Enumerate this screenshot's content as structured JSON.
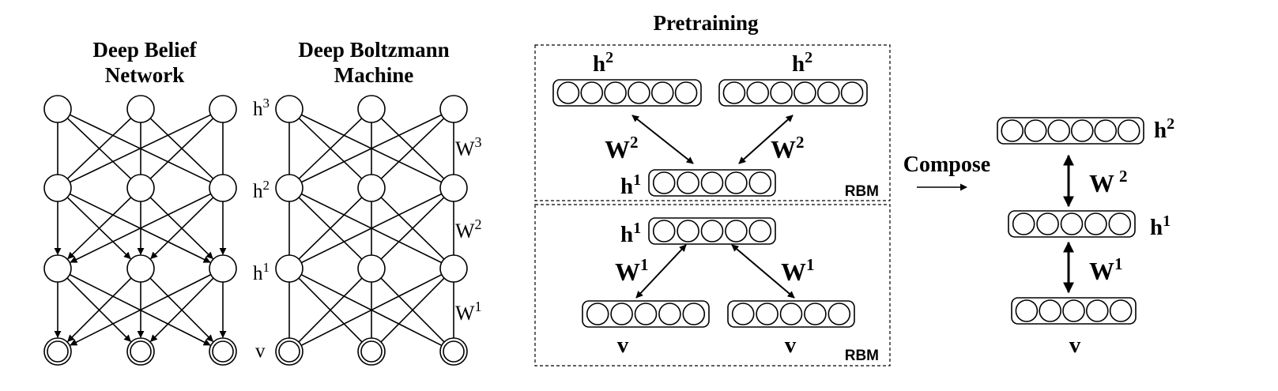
{
  "dbn": {
    "title_line1": "Deep Belief",
    "title_line2": "Network"
  },
  "dbm": {
    "title_line1": "Deep Boltzmann",
    "title_line2": "Machine",
    "layers": [
      {
        "base": "h",
        "sup": "3"
      },
      {
        "base": "h",
        "sup": "2"
      },
      {
        "base": "h",
        "sup": "1"
      },
      {
        "base": "v",
        "sup": ""
      }
    ],
    "weights": [
      {
        "base": "W",
        "sup": "3"
      },
      {
        "base": "W",
        "sup": "2"
      },
      {
        "base": "W",
        "sup": "1"
      }
    ]
  },
  "pretraining": {
    "title": "Pretraining",
    "rbm_label": "RBM",
    "top": {
      "left_h": {
        "base": "h",
        "sup": "2"
      },
      "right_h": {
        "base": "h",
        "sup": "2"
      },
      "bottom_h": {
        "base": "h",
        "sup": "1"
      },
      "w_left": {
        "base": "W",
        "sup": "2"
      },
      "w_right": {
        "base": "W",
        "sup": "2"
      }
    },
    "bottom": {
      "top_h": {
        "base": "h",
        "sup": "1"
      },
      "left_v": "v",
      "right_v": "v",
      "w_left": {
        "base": "W",
        "sup": "1"
      },
      "w_right": {
        "base": "W",
        "sup": "1"
      }
    }
  },
  "compose": {
    "label": "Compose",
    "h2": {
      "base": "h",
      "sup": "2"
    },
    "h1": {
      "base": "h",
      "sup": "1"
    },
    "v": "v",
    "w2": {
      "base": "W",
      "sup": "2"
    },
    "w1": {
      "base": "W",
      "sup": "1"
    }
  }
}
